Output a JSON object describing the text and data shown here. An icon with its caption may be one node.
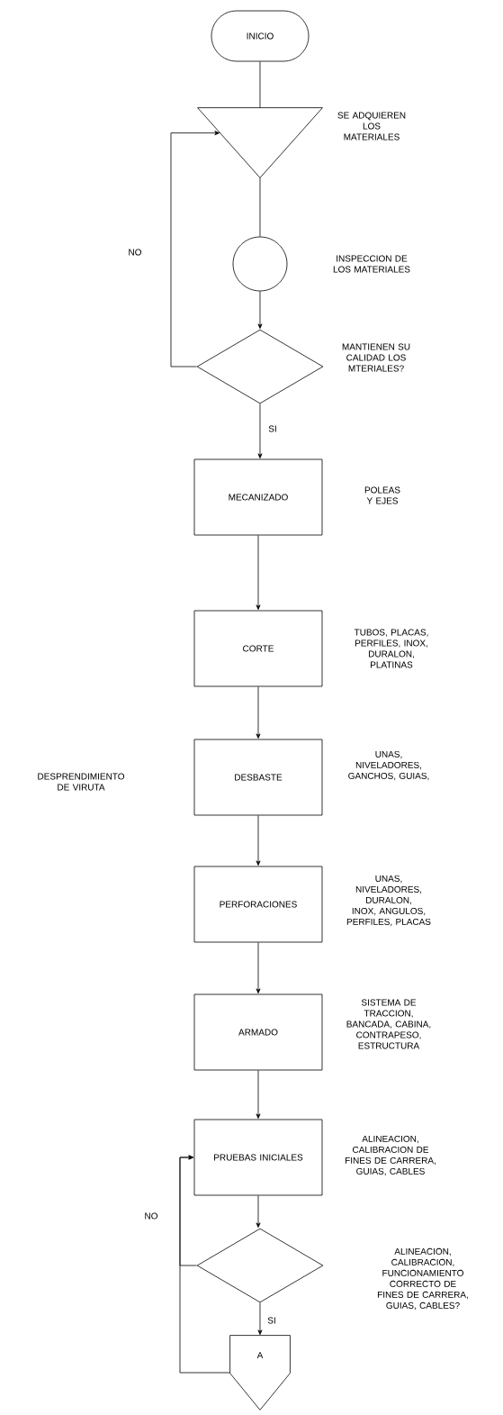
{
  "diagram": {
    "nodes": [
      {
        "text": [
          "INICIO"
        ]
      },
      {
        "text": [],
        "shape": "triangle",
        "beside": [
          "SE ADQUIEREN LOS MATERIALES"
        ]
      },
      {
        "text": [],
        "shape": "circle"
      },
      {
        "text": [],
        "shape": "diamond",
        "beside": [
          "MANTIENEN SU CALIDAD LOS MTERIALES?"
        ]
      },
      {
        "text": [
          "MECANIZADO"
        ]
      },
      {
        "text": [
          "CORTE"
        ],
        "beside": [
          "TUBOS, PLACAS, PERFILES, INOX, DURALON, PLATINAS"
        ]
      },
      {
        "text": [
          "DESBASTE"
        ],
        "beside": [
          "UNAS, NIVELADORES, GANCHOS, GUIAS,"
        ]
      },
      {
        "text": [
          "PERFORACIONES"
        ],
        "beside": [
          "UNAS, NIVELADORES, DURALON, INOX, ANGULOS, PERFILES, PLACAS"
        ]
      },
      {
        "text": [
          "ARMADO"
        ],
        "beside": [
          "SISTEMA DE TRACCION, BANCADA, CABINA, CONTRAPESO, ESTRUCTURA"
        ]
      },
      {
        "text": [
          "PRUEBAS INICIALES"
        ],
        "beside": [
          "ALINEACION, CALIBRACION DE FINES DE CARRERA, GUIAS, CABLES"
        ]
      },
      {
        "text": [],
        "shape": "diamond"
      },
      {
        "text": [
          "A"
        ]
      }
    ],
    "edges": [
      {
        "from": 0,
        "to": 1,
        "arrow": "none"
      },
      {
        "from": 1,
        "to": 2,
        "arrow": "none"
      },
      {
        "from": 2,
        "to": 3,
        "arrow": "to"
      },
      {
        "from": 3,
        "to": 1,
        "arrow": "to",
        "label": "NO"
      },
      {
        "from": 3,
        "to": 4,
        "arrow": "to",
        "label": "SI"
      },
      {
        "from": 4,
        "to": 5,
        "arrow": "to"
      },
      {
        "from": 5,
        "to": 6,
        "arrow": "to"
      },
      {
        "from": 6,
        "to": 7,
        "arrow": "to"
      },
      {
        "from": 7,
        "to": 8,
        "arrow": "to"
      },
      {
        "from": 8,
        "to": 9,
        "arrow": "to"
      },
      {
        "from": 9,
        "to": 10,
        "arrow": "to"
      },
      {
        "from": 10,
        "to": 11,
        "arrow": "to",
        "label": "SI"
      },
      {
        "from": 10,
        "to": 9,
        "arrow": "to",
        "label": "NO"
      },
      {
        "from": 11,
        "to": 9,
        "arrow": "to"
      }
    ],
    "labels": [
      "INSPECCION DE LOS MATERIALES",
      "POLEAS Y EJES",
      "DESPRENDIMIENTO DE VIRUTA",
      "ALINEACION, CALIBRACION, FUNCIONAMIENTO CORRECTO DE FINES DE CARRERA, GUIAS, CABLES?"
    ]
  }
}
